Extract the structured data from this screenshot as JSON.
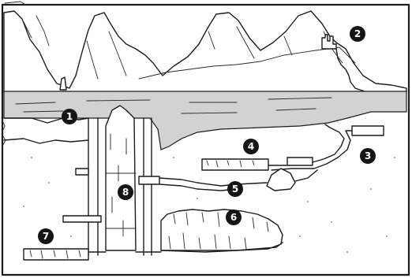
{
  "markers": [
    {
      "id": "1",
      "label": "1"
    },
    {
      "id": "2",
      "label": "2"
    },
    {
      "id": "3",
      "label": "3"
    },
    {
      "id": "4",
      "label": "4"
    },
    {
      "id": "5",
      "label": "5"
    },
    {
      "id": "6",
      "label": "6"
    },
    {
      "id": "7",
      "label": "7"
    },
    {
      "id": "8",
      "label": "8"
    }
  ]
}
